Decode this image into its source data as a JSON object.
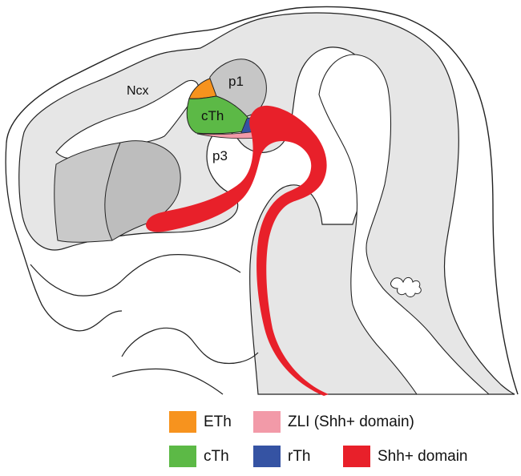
{
  "regions": {
    "ncx": "Ncx",
    "p1": "p1",
    "cth": "cTh",
    "p3": "p3"
  },
  "colors": {
    "tissue": "#e6e6e6",
    "outline": "#222222",
    "thalamus_gray": "#c6c6c6",
    "striatum_gray": "#bdbdbd",
    "eth": "#f7931e",
    "cth": "#5cb946",
    "zli": "#f29aa8",
    "rth": "#3553a3",
    "shh": "#e8202a"
  },
  "legend": [
    {
      "label": "ETh",
      "color": "#f7931e"
    },
    {
      "label": "ZLI (Shh+ domain)",
      "color": "#f29aa8"
    },
    {
      "label": "cTh",
      "color": "#5cb946"
    },
    {
      "label": "rTh",
      "color": "#3553a3"
    },
    {
      "label": "Shh+ domain",
      "color": "#e8202a"
    }
  ]
}
